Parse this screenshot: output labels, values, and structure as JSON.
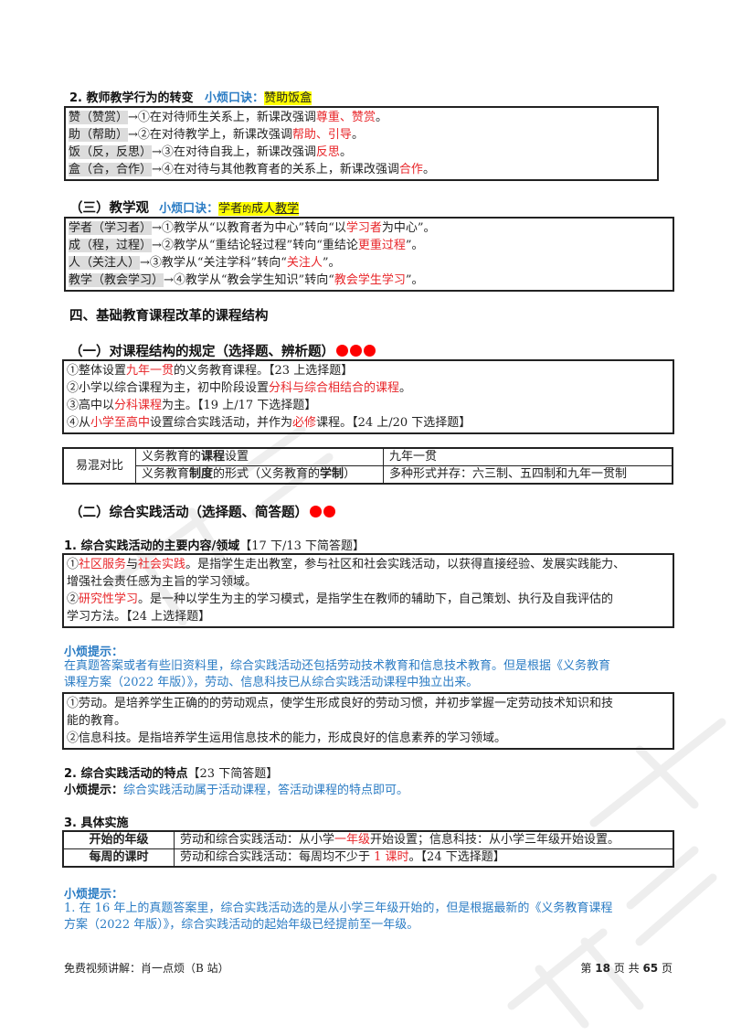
{
  "watermark": "肖一点烦",
  "sec2": {
    "title": "2. 教师教学行为的转变",
    "tip_label": "小烦口诀：",
    "mnemonic": "赞助饭盒",
    "rows": [
      {
        "key": "赞（赞赏）",
        "segs": [
          {
            "t": "→①在对待师生关系上，新课改强调"
          },
          {
            "t": "尊重、赞赏",
            "r": 1
          },
          {
            "t": "。"
          }
        ]
      },
      {
        "key": "助（帮助）",
        "segs": [
          {
            "t": "→②在对待教学上，新课改强调"
          },
          {
            "t": "帮助、引导",
            "r": 1
          },
          {
            "t": "。"
          }
        ]
      },
      {
        "key": "饭（反，反思）",
        "segs": [
          {
            "t": "→③在对待自我上，新课改强调"
          },
          {
            "t": "反思",
            "r": 1
          },
          {
            "t": "。"
          }
        ]
      },
      {
        "key": "盒（合，合作）",
        "segs": [
          {
            "t": "→④在对待与其他教育者的关系上，新课改强调"
          },
          {
            "t": "合作",
            "r": 1
          },
          {
            "t": "。"
          }
        ]
      }
    ]
  },
  "sec3": {
    "title": "（三）教学观",
    "tip_label": "小烦口诀：",
    "mnemonic_a": "学者",
    "mnemonic_b": "的",
    "mnemonic_c": "成人",
    "mnemonic_d": "教学",
    "rows": [
      {
        "key": "学者（学习者）",
        "segs": [
          {
            "t": "→①教学从“以教育者为中心”转向“以"
          },
          {
            "t": "学习者",
            "r": 1
          },
          {
            "t": "为中心”。"
          }
        ]
      },
      {
        "key": "成（程，过程）",
        "segs": [
          {
            "t": "→②教学从“重结论轻过程”转向“重结论"
          },
          {
            "t": "更重过程",
            "r": 1
          },
          {
            "t": "”。"
          }
        ]
      },
      {
        "key": "人（关注人）",
        "segs": [
          {
            "t": "→③教学从“关注学科”转向“"
          },
          {
            "t": "关注人",
            "r": 1
          },
          {
            "t": "”。"
          }
        ]
      },
      {
        "key": "教学（教会学习）",
        "segs": [
          {
            "t": "→④教学从“教会学生知识”转向“"
          },
          {
            "t": "教会学生学习",
            "r": 1
          },
          {
            "t": "”。"
          }
        ]
      }
    ]
  },
  "part4": {
    "title": "四、基础教育课程改革的课程结构"
  },
  "sub1": {
    "title": "（一）对课程结构的规定（选择题、辨析题）",
    "dots": 3,
    "lines": [
      [
        {
          "t": "①整体设置"
        },
        {
          "t": "九年一贯",
          "r": 1
        },
        {
          "t": "的义务教育课程。【23 上选择题】"
        }
      ],
      [
        {
          "t": "②小学以综合课程为主，初中阶段设置"
        },
        {
          "t": "分科与综合相结合的课程",
          "r": 1
        },
        {
          "t": "。"
        }
      ],
      [
        {
          "t": "③高中以"
        },
        {
          "t": "分科课程",
          "r": 1
        },
        {
          "t": "为主。【19 上/17 下选择题】"
        }
      ],
      [
        {
          "t": "④从"
        },
        {
          "t": "小学至高中",
          "r": 1
        },
        {
          "t": "设置综合实践活动，并作为"
        },
        {
          "t": "必修",
          "r": 1
        },
        {
          "t": "课程。【24 上/20 下选择题】"
        }
      ]
    ]
  },
  "compare": {
    "label": "易混对比",
    "r1a": "义务教育的",
    "r1b": "课程",
    "r1c": "设置",
    "r1v": "九年一贯",
    "r2a": "义务教育",
    "r2b": "制度",
    "r2c": "的形式（义务教育的",
    "r2d": "学制",
    "r2e": "）",
    "r2v": "多种形式并存：六三制、五四制和九年一贯制"
  },
  "sub2": {
    "title": "（二）综合实践活动（选择题、简答题）",
    "dots": 2,
    "item1": {
      "title": "1. 综合实践活动的主要内容/领域",
      "tag": "【17 下/13 下简答题】"
    },
    "box1": [
      [
        {
          "t": "①"
        },
        {
          "t": "社区服务",
          "r": 1
        },
        {
          "t": "与"
        },
        {
          "t": "社会实践",
          "r": 1
        },
        {
          "t": "。是指学生走出教室，参与社区和社会实践活动，以获得直接经验、发展实践能力、"
        }
      ],
      [
        {
          "t": "增强社会责任感为主旨的学习领域。"
        }
      ],
      [
        {
          "t": "②"
        },
        {
          "t": "研究性学习",
          "r": 1
        },
        {
          "t": "。是一种以学生为主的学习模式，是指学生在教师的辅助下，自己策划、执行及自我评估的"
        }
      ],
      [
        {
          "t": "学习方法。【24 上选择题】"
        }
      ]
    ],
    "tip1_label": "小烦提示：",
    "tip1_lines": [
      "在真题答案或者有些旧资料里，综合实践活动还包括劳动技术教育和信息技术教育。但是根据《义务教育",
      "课程方案（2022 年版）》，劳动、信息科技已从综合实践活动课程中独立出来。"
    ],
    "box2": [
      [
        {
          "t": "①劳动。是培养学生正确的的劳动观点，使学生形成良好的劳动习惯，并初步掌握一定劳动技术知识和技"
        }
      ],
      [
        {
          "t": "能的教育。"
        }
      ],
      [
        {
          "t": "②信息科技。是指培养学生运用信息技术的能力，形成良好的信息素养的学习领域。"
        }
      ]
    ],
    "item2": {
      "title": "2. 综合实践活动的特点",
      "tag": "【23 下简答题】",
      "tip_label": "小烦提示：",
      "tip": "综合实践活动属于活动课程，答活动课程的特点即可。"
    },
    "item3": {
      "title": "3. 具体实施",
      "rows": [
        {
          "k": "开始的年级",
          "segs": [
            {
              "t": "劳动和综合实践活动：从小学"
            },
            {
              "t": "一年级",
              "r": 1
            },
            {
              "t": "开始设置；信息科技：从小学三年级开始设置。"
            }
          ]
        },
        {
          "k": "每周的课时",
          "segs": [
            {
              "t": "劳动和综合实践活动：每周均不少于 "
            },
            {
              "t": "1 课时",
              "r": 1
            },
            {
              "t": "。【24 下选择题】"
            }
          ]
        }
      ]
    },
    "tip2_label": "小烦提示：",
    "tip2_lines": [
      "1. 在 16 年上的真题答案里，综合实践活动选的是从小学三年级开始的，但是根据最新的《义务教育课程",
      "方案（2022 年版）》，综合实践活动的起始年级已经提前至一年级。"
    ]
  },
  "footer": {
    "left": "免费视频讲解：肖一点烦（B 站）",
    "page_prefix": "第",
    "page": "18",
    "page_mid": "页 共",
    "total": "65",
    "page_suffix": "页"
  },
  "colors": {
    "red": "#e8262a",
    "blue": "#2b7cc4",
    "highlight": "#ffff00"
  }
}
